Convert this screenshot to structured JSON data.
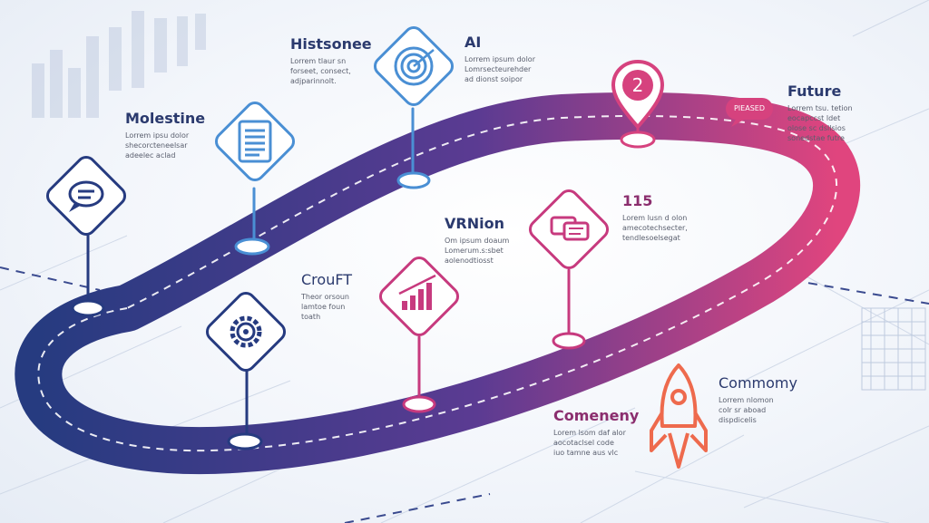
{
  "milestones": [
    {
      "id": "histsonee",
      "title": "Histsonee",
      "lines": [
        "Lorrem tlaur sn",
        "forseet, consect,",
        "adjparinnolt."
      ]
    },
    {
      "id": "ai",
      "title": "AI",
      "lines": [
        "Lorrem ipsum dolor",
        "Lomrsecteurehder",
        "ad dionst soipor"
      ]
    },
    {
      "id": "molestine",
      "title": "Molestine",
      "lines": [
        "Lorrem ipsu dolor",
        "shecorcteneelsar",
        "adeelec aclad"
      ]
    },
    {
      "id": "future",
      "title": "Future",
      "lines": [
        "Lorrem tsu. tetion",
        "eocapccst ldet",
        "olose sc dsllsios",
        "sonedstae futre"
      ]
    },
    {
      "id": "num115",
      "title": "115",
      "lines": [
        "Lorem lusn d olon",
        "amecotechsecter,",
        "tendlesoelsegat"
      ]
    },
    {
      "id": "vrnion",
      "title": "VRNion",
      "lines": [
        "Om ipsum doaum",
        "Lomerum.s:sbet",
        "aolenodtiosst"
      ]
    },
    {
      "id": "crouft",
      "title": "CrouFT",
      "lines": [
        "Theor orsoun",
        "lamtoe foun",
        "toath"
      ]
    },
    {
      "id": "commomy",
      "title": "Commomy",
      "lines": [
        "Lorrem nlomon",
        "colr sr aboad",
        "dispdicelis"
      ]
    },
    {
      "id": "comeneny",
      "title": "Comeneny",
      "lines": [
        "Lorem lsom daf alor",
        "aocotaclsel code",
        "iuo tamne aus vlc"
      ]
    }
  ],
  "speech_bubble": "PIEASED",
  "pin_number": "2",
  "icons": {
    "molestine": "chat-icon",
    "milestone_doc": "document-icon",
    "histsonee": "target-icon",
    "future": "location-pin-icon",
    "crouft": "gear-icon",
    "vrnion": "bar-chart-icon",
    "num115": "speech-bubbles-icon",
    "comeneny": "rocket-icon"
  },
  "colors": {
    "navy": "#243a7e",
    "purple": "#5a3a8e",
    "magenta": "#d6427e",
    "blue": "#4a8fd4",
    "rocket": "#ee6a4d",
    "text_dark": "#2b3a6e",
    "text_magenta": "#8b2e6e"
  }
}
